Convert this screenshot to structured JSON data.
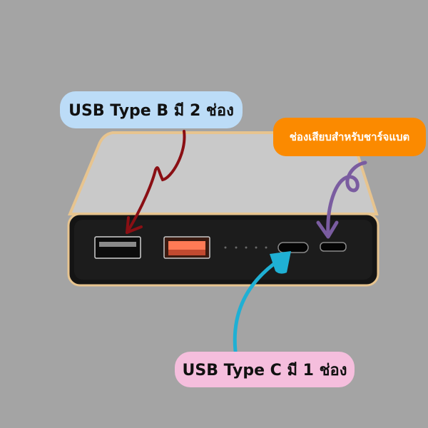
{
  "background_color": "#a4a4a4",
  "labels": {
    "usb_b": {
      "text": "USB Type B  มี 2 ช่อง",
      "bg": "#bcdcf7"
    },
    "charge_port": {
      "text": "ช่องเสียบสำหรับชาร์จแบต",
      "bg": "#fb8a00"
    },
    "usb_c": {
      "text": "USB Type  C มี 1 ช่อง",
      "bg": "#f5bedd"
    }
  },
  "arrows": {
    "usb_b": {
      "color": "#8a0f14"
    },
    "charge_port": {
      "color": "#7a5ca0"
    },
    "usb_c": {
      "color": "#1fb0d4"
    }
  },
  "device": {
    "name": "power bank",
    "ports": [
      "usb-a",
      "usb-a-fast-charge",
      "usb-c",
      "micro-usb"
    ],
    "indicator_dots": 5
  }
}
